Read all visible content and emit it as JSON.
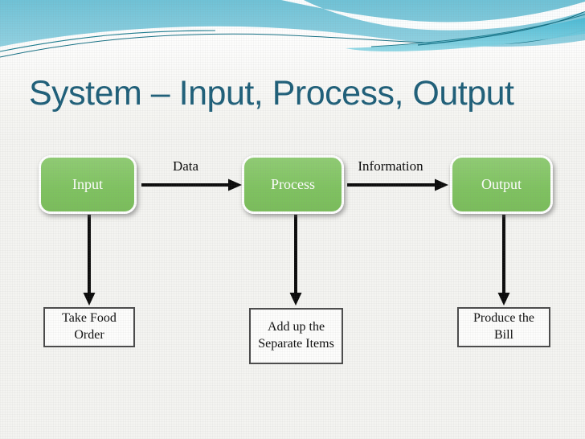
{
  "slide": {
    "title": "System – Input, Process, Output"
  },
  "diagram": {
    "nodes": [
      {
        "id": "input",
        "label": "Input"
      },
      {
        "id": "process",
        "label": "Process"
      },
      {
        "id": "output",
        "label": "Output"
      }
    ],
    "connections": [
      {
        "from": "input",
        "to": "process",
        "label": "Data"
      },
      {
        "from": "process",
        "to": "output",
        "label": "Information"
      },
      {
        "from": "input",
        "to": "take-food-order",
        "label": ""
      },
      {
        "from": "process",
        "to": "add-up-items",
        "label": ""
      },
      {
        "from": "output",
        "to": "produce-bill",
        "label": ""
      }
    ],
    "tasks": [
      {
        "id": "take-food-order",
        "label": "Take Food Order"
      },
      {
        "id": "add-up-items",
        "label": "Add up the Separate Items"
      },
      {
        "id": "produce-bill",
        "label": "Produce the Bill"
      }
    ]
  },
  "colors": {
    "title_text": "#1e5f79",
    "node_fill": "#80c361",
    "node_text": "#ffffff",
    "arrow": "#0b0b0b",
    "task_fill": "#fdfdfc",
    "task_border": "#4a4a4a",
    "sky_blue": "#74c4d8",
    "aqua_accent": "#54bed8",
    "wave_line_teal": "#1a7b8e"
  }
}
